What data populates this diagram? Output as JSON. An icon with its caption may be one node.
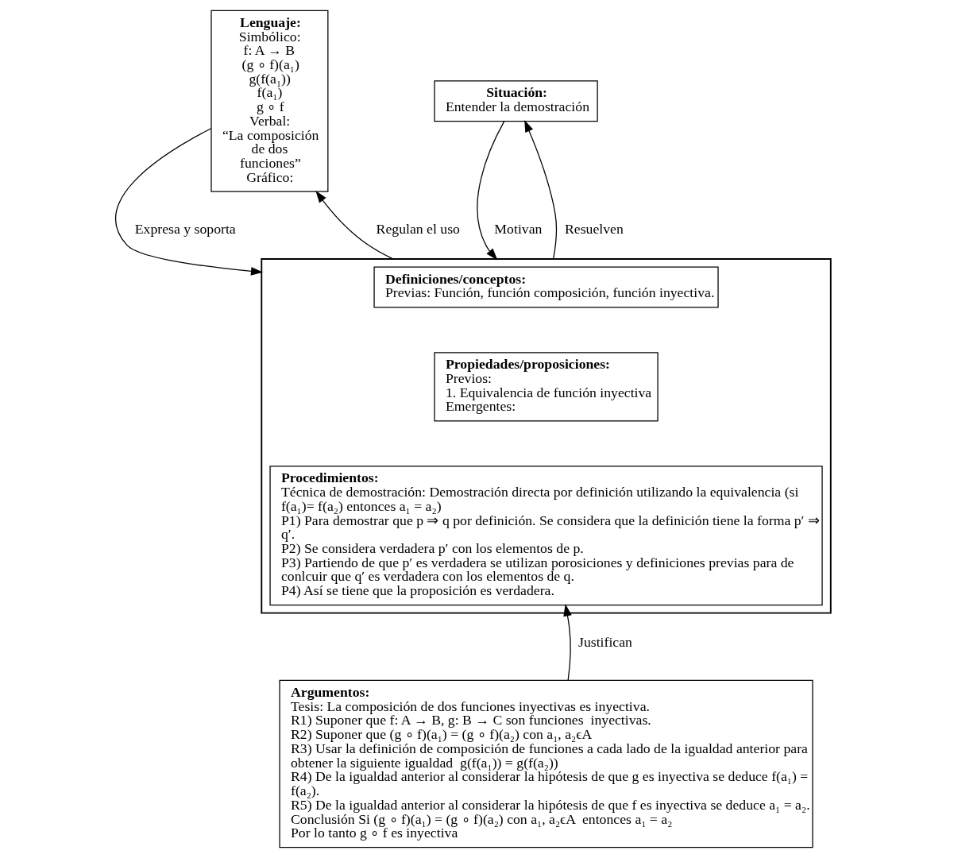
{
  "diagram": {
    "nodes": [
      {
        "text": [
          "Lenguaje:",
          "Simbólico:",
          "f: A → B",
          "(g ∘ f)(a₁)",
          "g(f(a₁))",
          "f(a₁)",
          "g ∘ f",
          "Verbal:",
          "“La composición de dos funciones”",
          "Gráfico:"
        ]
      },
      {
        "text": [
          "Situación:",
          "Entender la demostración"
        ]
      },
      {
        "text": [],
        "shape": "box"
      },
      {
        "text": [
          "Definiciones/conceptos:",
          "Previas: Función, función composición, función inyectiva."
        ],
        "in": 2
      },
      {
        "text": [
          "Propiedades/proposiciones:",
          "Previos:",
          "1. Equivalencia de función inyectiva",
          "Emergentes:"
        ],
        "in": 2
      },
      {
        "text": [
          "Procedimientos:",
          "Técnica de demostración: Demostración directa por definición utilizando la equivalencia (si f(a₁)= f(a₂) entonces a₁ = a₂)",
          "P1) Para demostrar que p ⇒ q por definición. Se considera que la definición tiene la forma p′ ⇒ q′.",
          "P2) Se considera verdadera p′ con los elementos de p.",
          "P3) Partiendo de que p′ es verdadera se utilizan porosiciones y definiciones previas para de conlcuir que q′ es verdadera con los elementos de q.",
          "P4) Así se tiene que la proposición es verdadera."
        ],
        "in": 2
      },
      {
        "text": [
          "Argumentos:",
          "Tesis: La composición de dos funciones inyectivas es inyectiva.",
          "R1) Suponer que f: A → B, g: B → C son funciones  inyectivas.",
          "R2) Suponer que (g ∘ f)(a₁) = (g ∘ f)(a₂) con a₁, a₂ϵA",
          "R3) Usar la definición de composición de funciones a cada lado de la igualdad anterior para obtener la siguiente igualdad  g(f(a₁)) = g(f(a₂))",
          "R4) De la igualdad anterior al considerar la hipótesis de que g es inyectiva se deduce f(a₁) = f(a₂).",
          "R5) De la igualdad anterior al considerar la hipótesis de que f es inyectiva se deduce a₁ = a₂.",
          "Conclusión Si (g ∘ f)(a₁) = (g ∘ f)(a₂) con a₁, a₂ϵA  entonces a₁ = a₂",
          "Por lo tanto g ∘ f es inyectiva"
        ]
      }
    ],
    "edges": [
      {
        "from": 1,
        "to": 2,
        "arrow": "to",
        "label": "Motivan"
      },
      {
        "from": 2,
        "to": 1,
        "arrow": "to",
        "label": "Resuelven"
      },
      {
        "from": 0,
        "to": 2,
        "arrow": "to",
        "label": "Expresa y soporta"
      },
      {
        "from": 2,
        "to": 0,
        "arrow": "to",
        "label": "Regulan el uso"
      },
      {
        "from": 6,
        "to": 5,
        "arrow": "to",
        "label": "Justifican"
      }
    ]
  }
}
